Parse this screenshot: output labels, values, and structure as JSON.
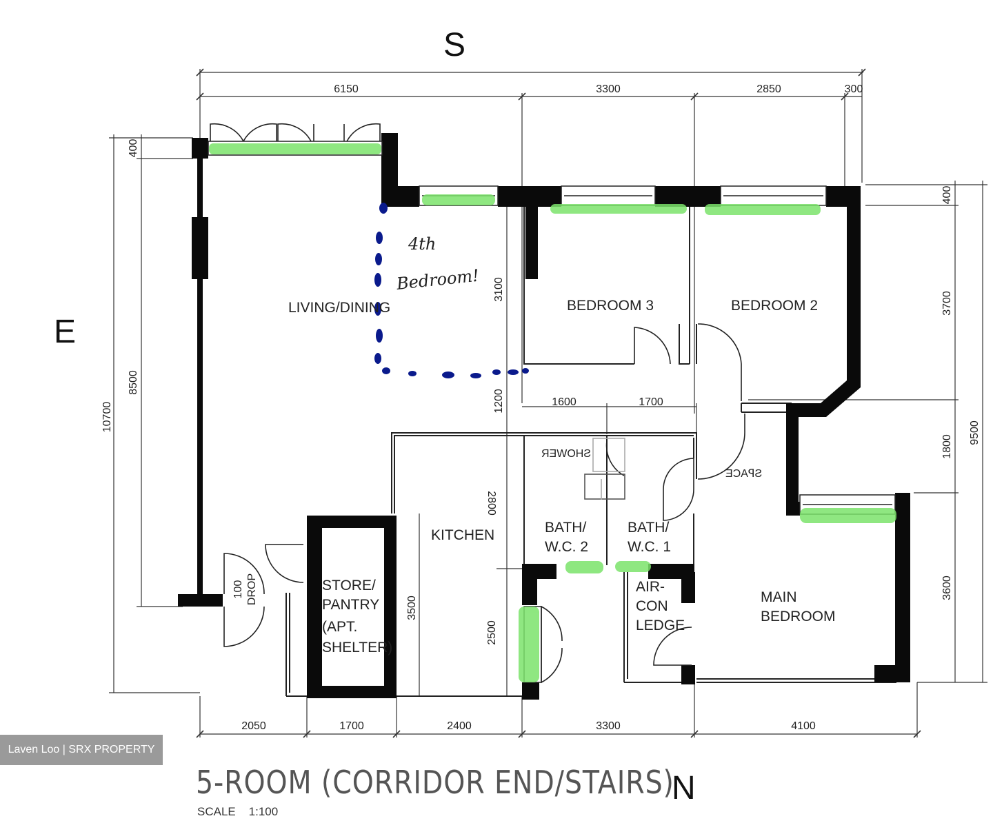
{
  "compass": {
    "top": "S",
    "left": "E",
    "bottom": "N"
  },
  "dimensions": {
    "top": [
      "6150",
      "3300",
      "2850",
      "300"
    ],
    "bottom": [
      "2050",
      "1700",
      "2400",
      "3300",
      "4100"
    ],
    "left": [
      "400",
      "8500",
      "10700"
    ],
    "right": [
      "400",
      "3700",
      "1800",
      "3600",
      "9500"
    ],
    "interior": [
      "3100",
      "1200",
      "1600",
      "1700",
      "2800",
      "3500",
      "2500"
    ],
    "drop": [
      "100",
      "DROP"
    ]
  },
  "rooms": {
    "living_dining": "LIVING/DINING",
    "bedroom3": "BEDROOM 3",
    "bedroom2": "BEDROOM 2",
    "kitchen": "KITCHEN",
    "bath2": [
      "BATH/",
      "W.C. 2"
    ],
    "bath1": [
      "BATH/",
      "W.C. 1"
    ],
    "store": [
      "STORE/",
      "PANTRY",
      "(APT.",
      "SHELTER)"
    ],
    "aircon": [
      "AIR-",
      "CON",
      "LEDGE"
    ],
    "main_bedroom": [
      "MAIN",
      "BEDROOM"
    ],
    "shower_mirrored": "ЯƎWOHƧ",
    "closet_mirrored": "ƎƆAꟼƧ"
  },
  "annotation": [
    "4th",
    "Bedroom!"
  ],
  "title": "5-ROOM (CORRIDOR END/STAIRS)",
  "scale": "SCALE    1:100",
  "watermark": "Laven Loo | SRX PROPERTY",
  "colors": {
    "wall": "#0a0a0a",
    "window_highlight": "#7be36b",
    "annotation": "#0a1a8c",
    "dimension": "#333333"
  }
}
